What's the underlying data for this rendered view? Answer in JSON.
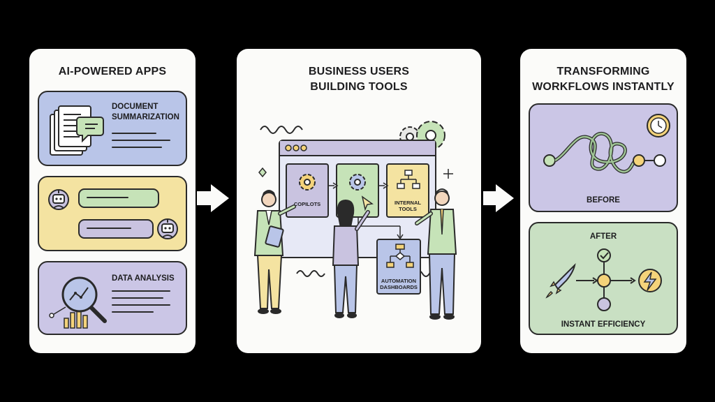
{
  "panels": {
    "left": {
      "title": "AI-POWERED APPS",
      "cards": [
        {
          "label": "DOCUMENT\nSUMMARIZATION",
          "icon": "document-chat-icon"
        },
        {
          "label": "",
          "icon": "robot-chat-icon"
        },
        {
          "label": "DATA ANALYSIS",
          "icon": "magnifier-chart-icon"
        }
      ]
    },
    "center": {
      "title": "BUSINESS USERS\nBUILDING TOOLS",
      "tiles": {
        "copilots": "COPILOTS",
        "internal_tools": "INTERNAL\nTOOLS",
        "automation_dashboards": "AUTOMATION\nDASHBOARDS"
      }
    },
    "right": {
      "title": "TRANSFORMING\nWORKFLOWS INSTANTLY",
      "before_label": "BEFORE",
      "after_label": "AFTER",
      "after_caption": "INSTANT EFFICIENCY"
    }
  },
  "colors": {
    "blue": "#b9c5e8",
    "yellow": "#f4e3a1",
    "purple": "#cbc6e6",
    "green": "#c9e0c3",
    "panel": "#fbfbf9",
    "background": "#000000"
  }
}
